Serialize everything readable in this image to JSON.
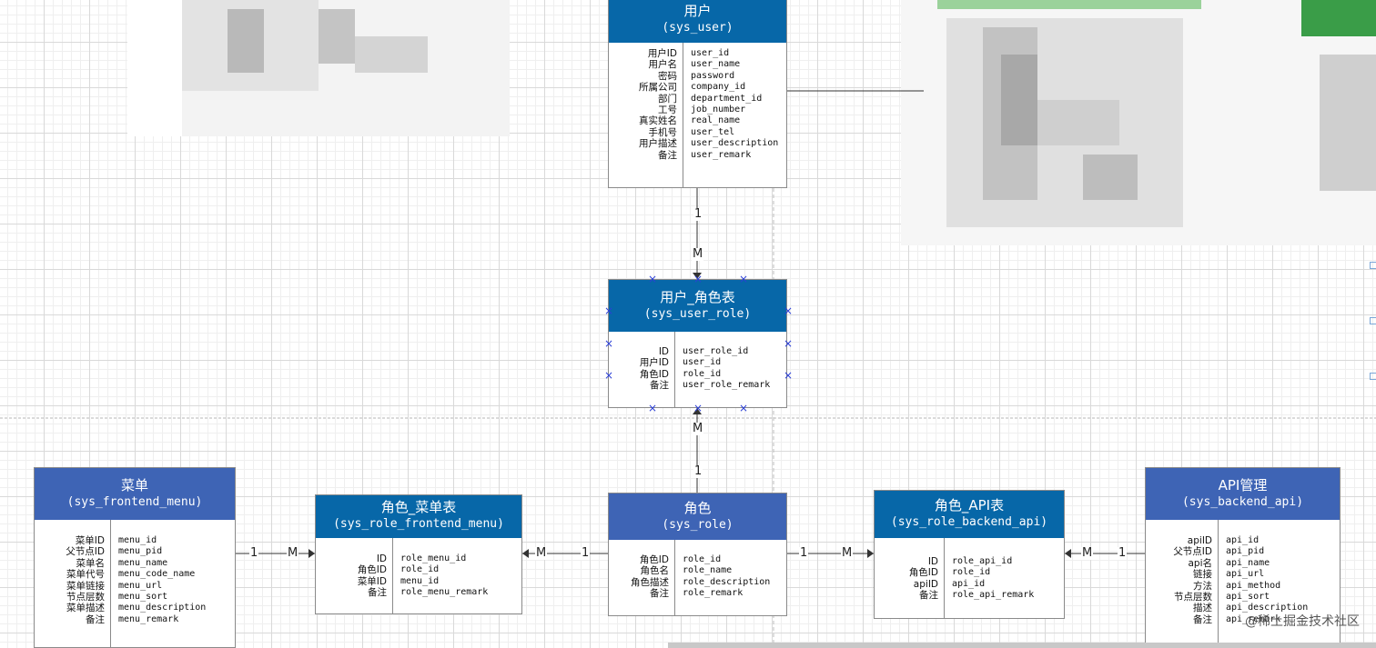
{
  "colors": {
    "header_dark": "#0767a8",
    "header_mid": "#3e64b5",
    "marker": "#2b3fd6"
  },
  "entities": {
    "user": {
      "title": "用户",
      "table": "(sys_user)",
      "labels": [
        "用户ID",
        "用户名",
        "密码",
        "所属公司",
        "部门",
        "工号",
        "真实姓名",
        "手机号",
        "用户描述",
        "备注"
      ],
      "fields": [
        "user_id",
        "user_name",
        "password",
        "company_id",
        "department_id",
        "job_number",
        "real_name",
        "user_tel",
        "user_description",
        "user_remark"
      ]
    },
    "user_role": {
      "title": "用户_角色表",
      "table": "(sys_user_role)",
      "labels": [
        "ID",
        "用户ID",
        "角色ID",
        "备注"
      ],
      "fields": [
        "user_role_id",
        "user_id",
        "role_id",
        "user_role_remark"
      ]
    },
    "menu": {
      "title": "菜单",
      "table": "(sys_frontend_menu)",
      "labels": [
        "菜单ID",
        "父节点ID",
        "菜单名",
        "菜单代号",
        "菜单链接",
        "节点层数",
        "菜单描述",
        "备注"
      ],
      "fields": [
        "menu_id",
        "menu_pid",
        "menu_name",
        "menu_code_name",
        "menu_url",
        "menu_sort",
        "menu_description",
        "menu_remark"
      ]
    },
    "role_menu": {
      "title": "角色_菜单表",
      "table": "(sys_role_frontend_menu)",
      "labels": [
        "ID",
        "角色ID",
        "菜单ID",
        "备注"
      ],
      "fields": [
        "role_menu_id",
        "role_id",
        "menu_id",
        "role_menu_remark"
      ]
    },
    "role": {
      "title": "角色",
      "table": "(sys_role)",
      "labels": [
        "角色ID",
        "角色名",
        "角色描述",
        "备注"
      ],
      "fields": [
        "role_id",
        "role_name",
        "role_description",
        "role_remark"
      ]
    },
    "role_api": {
      "title": "角色_API表",
      "table": "(sys_role_backend_api)",
      "labels": [
        "ID",
        "角色ID",
        "apiID",
        "备注"
      ],
      "fields": [
        "role_api_id",
        "role_id",
        "api_id",
        "role_api_remark"
      ]
    },
    "api": {
      "title": "API管理",
      "table": "(sys_backend_api)",
      "labels": [
        "apiID",
        "父节点ID",
        "api名",
        "链接",
        "方法",
        "节点层数",
        "描述",
        "备注"
      ],
      "fields": [
        "api_id",
        "api_pid",
        "api_name",
        "api_url",
        "api_method",
        "api_sort",
        "api_description",
        "api_remark"
      ]
    }
  },
  "relations": [
    {
      "from": "user",
      "to": "user_role",
      "from_card": "1",
      "to_card": "M"
    },
    {
      "from": "role",
      "to": "user_role",
      "from_card": "1",
      "to_card": "M"
    },
    {
      "from": "menu",
      "to": "role_menu",
      "from_card": "1",
      "to_card": "M"
    },
    {
      "from": "role",
      "to": "role_menu",
      "from_card": "1",
      "to_card": "M"
    },
    {
      "from": "role",
      "to": "role_api",
      "from_card": "1",
      "to_card": "M"
    },
    {
      "from": "api",
      "to": "role_api",
      "from_card": "1",
      "to_card": "M"
    }
  ],
  "watermark": "@稀土掘金技术社区"
}
